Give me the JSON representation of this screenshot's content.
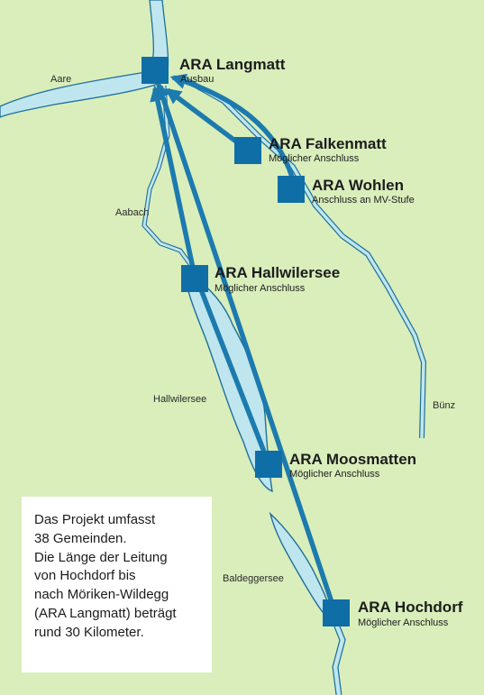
{
  "colors": {
    "background": "#d9eebb",
    "water": "#bfe6ee",
    "water_edge": "#1f6f9a",
    "pipeline": "#1c7aae",
    "plant_marker": "#0f6ea6"
  },
  "plants": [
    {
      "name": "ARA Langmatt",
      "note": "Ausbau"
    },
    {
      "name": "ARA Falkenmatt",
      "note": "Möglicher Anschluss"
    },
    {
      "name": "ARA Wohlen",
      "note": "Anschluss an MV-Stufe"
    },
    {
      "name": "ARA Hallwilersee",
      "note": "Möglicher Anschluss"
    },
    {
      "name": "ARA Moosmatten",
      "note": "Möglicher Anschluss"
    },
    {
      "name": "ARA Hochdorf",
      "note": "Möglicher Anschluss"
    }
  ],
  "waters": {
    "aare": "Aare",
    "aabach": "Aabach",
    "hallwilersee": "Hallwilersee",
    "baldeggersee": "Baldeggersee",
    "buenz": "Bünz"
  },
  "info": {
    "lines": [
      "Das Projekt umfasst",
      "38 Gemeinden.",
      "Die Länge der Leitung",
      "von Hochdorf bis",
      "nach Möriken-Wildegg",
      "(ARA Langmatt) beträgt",
      "rund 30 Kilometer."
    ]
  }
}
